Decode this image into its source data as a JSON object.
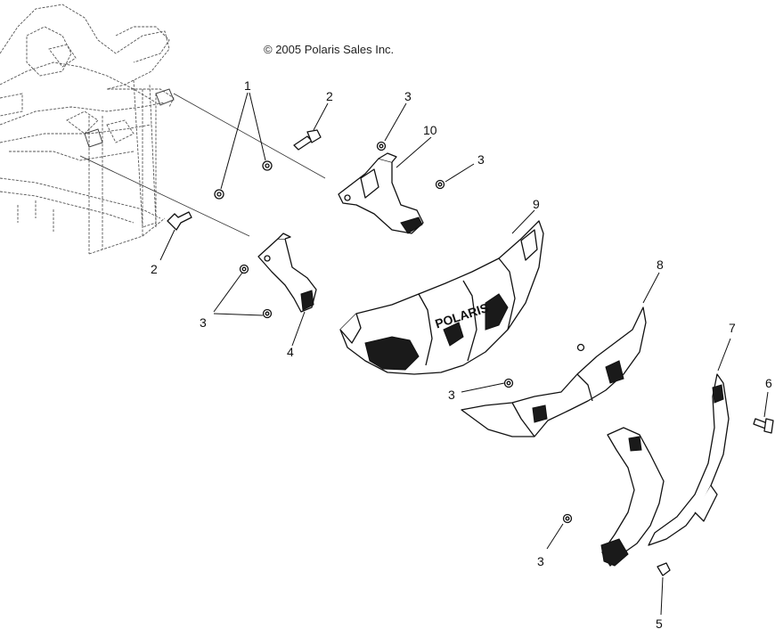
{
  "copyright": "© 2005 Polaris Sales Inc.",
  "callouts": {
    "c1": "1",
    "c2a": "2",
    "c2b": "2",
    "c3a": "3",
    "c3b": "3",
    "c3c": "3",
    "c3d": "3",
    "c3e": "3",
    "c4": "4",
    "c5": "5",
    "c6": "6",
    "c7": "7",
    "c8": "8",
    "c9": "9",
    "c10": "10"
  },
  "bumper_logo": "POLARIS"
}
